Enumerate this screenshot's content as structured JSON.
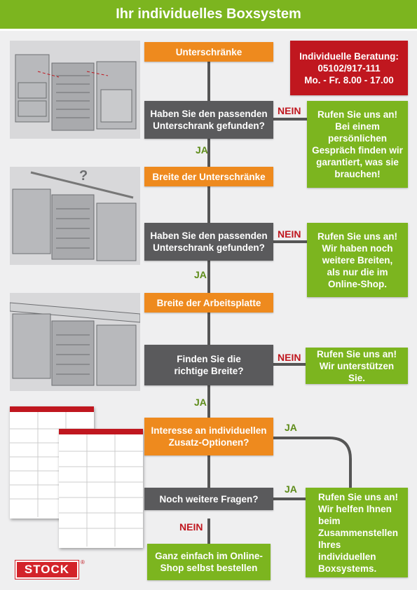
{
  "header": {
    "title": "Ihr individuelles Boxsystem"
  },
  "contact": {
    "line1": "Individuelle Beratung:",
    "line2": "05102/917-111",
    "line3": "Mo. - Fr. 8.00 - 17.00"
  },
  "steps": [
    {
      "label": "Unterschränke"
    },
    {
      "label": "Breite der Unterschränke"
    },
    {
      "label": "Breite der Arbeitsplatte"
    },
    {
      "label": "Interesse an individuellen Zusatz-Optionen?"
    }
  ],
  "questions": [
    {
      "label": "Haben Sie den passenden Unterschrank gefunden?"
    },
    {
      "label": "Haben Sie den passenden Unterschrank gefunden?"
    },
    {
      "label": "Finden Sie die richtige Breite?"
    },
    {
      "label": "Noch weitere Fragen?"
    }
  ],
  "answers": [
    {
      "text": "Rufen Sie uns an! Bei einem persönlichen Gespräch finden wir garantiert, was sie brauchen!"
    },
    {
      "text": "Rufen Sie uns an! Wir haben noch weitere Breiten, als nur die im Online-Shop."
    },
    {
      "text": "Rufen Sie uns an! Wir unterstützen Sie."
    },
    {
      "text": "Rufen Sie uns an! Wir helfen Ihnen beim Zusammenstellen Ihres individuellen Boxsystems."
    },
    {
      "text": "Ganz einfach im Online-Shop selbst bestellen"
    }
  ],
  "labels": {
    "yes": "JA",
    "no": "NEIN",
    "question_mark": "?"
  },
  "logo": {
    "text": "STOCK",
    "registered": "®"
  },
  "colors": {
    "green": "#7cb51f",
    "orange": "#ee8a1e",
    "grey": "#5a5a5c",
    "red": "#c0171f"
  }
}
